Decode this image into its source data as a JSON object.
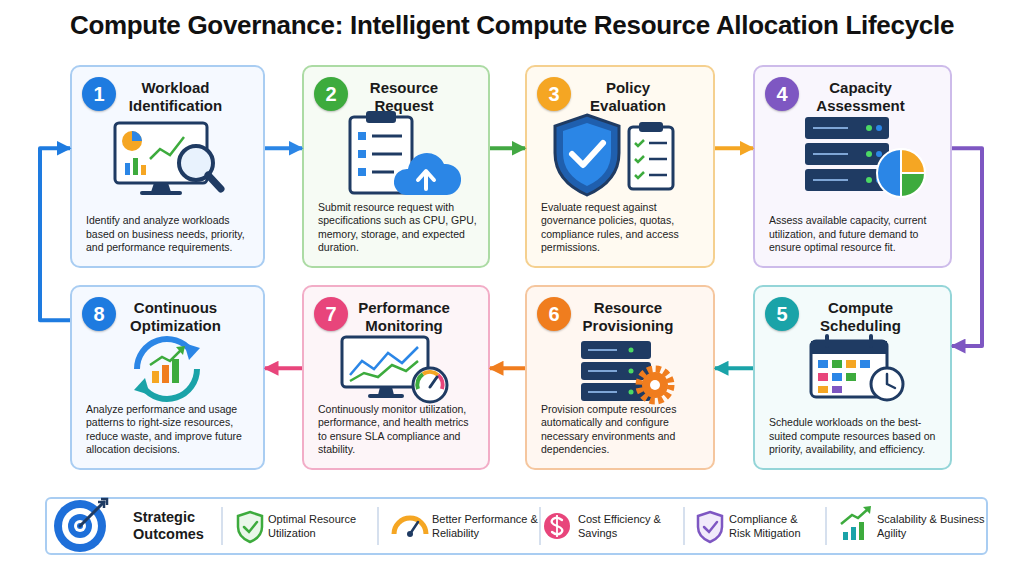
{
  "diagram": {
    "title": "Compute Governance: Intelligent Compute Resource Allocation Lifecycle",
    "nodes": [
      {
        "text": [
          "Workload Identification",
          "Identify and analyze workloads based on business needs, priority, and performance requirements."
        ]
      },
      {
        "text": [
          "1"
        ],
        "in": 0
      },
      {
        "text": [
          "Resource Request",
          "Submit resource request with specifications such as CPU, GPU, memory, storage, and expected duration."
        ]
      },
      {
        "text": [
          "2"
        ],
        "in": 2
      },
      {
        "text": [
          "Policy Evaluation",
          "Evaluate request against governance policies, quotas, compliance rules, and access permissions."
        ]
      },
      {
        "text": [
          "3"
        ],
        "in": 4
      },
      {
        "text": [
          "Capacity Assessment",
          "Assess available capacity, current utilization, and future demand to ensure optimal resource fit."
        ]
      },
      {
        "text": [
          "4"
        ],
        "in": 6
      },
      {
        "text": [
          "Compute Scheduling",
          "Schedule workloads on the best-suited compute resources based on priority, availability, and efficiency."
        ]
      },
      {
        "text": [
          "5"
        ],
        "in": 8
      },
      {
        "text": [
          "Resource Provisioning",
          "Provision compute resources automatically and configure necessary environments and dependencies."
        ]
      },
      {
        "text": [
          "6"
        ],
        "in": 10
      },
      {
        "text": [
          "Performance Monitoring",
          "Continuously monitor utilization, performance, and health metrics to ensure SLA compliance and stability."
        ]
      },
      {
        "text": [
          "7"
        ],
        "in": 12
      },
      {
        "text": [
          "Continuous Optimization",
          "Analyze performance and usage patterns to right-size resources, reduce waste, and improve future allocation decisions."
        ]
      },
      {
        "text": [
          "8"
        ],
        "in": 14
      },
      {
        "text": [
          "Strategic Outcomes",
          "Optimal Resource Utilization",
          "Better Performance & Reliability",
          "Cost Efficiency & Savings",
          "Compliance & Risk Mitigation",
          "Scalability & Business Agility"
        ]
      }
    ],
    "edges": [
      {
        "from": 0,
        "to": 2,
        "arrow": "to"
      },
      {
        "from": 2,
        "to": 4,
        "arrow": "to"
      },
      {
        "from": 4,
        "to": 6,
        "arrow": "to"
      },
      {
        "from": 6,
        "to": 8,
        "arrow": "to"
      },
      {
        "from": 8,
        "to": 10,
        "arrow": "to"
      },
      {
        "from": 10,
        "to": 12,
        "arrow": "to"
      },
      {
        "from": 12,
        "to": 14,
        "arrow": "to"
      },
      {
        "from": 14,
        "to": 0,
        "arrow": "to"
      }
    ]
  }
}
